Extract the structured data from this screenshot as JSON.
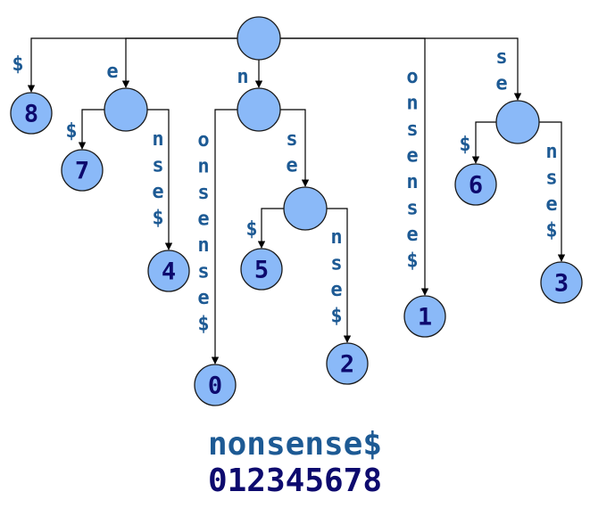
{
  "diagram": {
    "nodes": [
      {
        "id": "root",
        "label": ""
      },
      {
        "id": "e",
        "label": ""
      },
      {
        "id": "n",
        "label": ""
      },
      {
        "id": "se",
        "label": ""
      },
      {
        "id": "nse",
        "label": ""
      },
      {
        "id": "leaf8",
        "label": "8"
      },
      {
        "id": "leaf7",
        "label": "7"
      },
      {
        "id": "leaf4",
        "label": "4"
      },
      {
        "id": "leaf0",
        "label": "0"
      },
      {
        "id": "leaf5",
        "label": "5"
      },
      {
        "id": "leaf2",
        "label": "2"
      },
      {
        "id": "leaf1",
        "label": "1"
      },
      {
        "id": "leaf6",
        "label": "6"
      },
      {
        "id": "leaf3",
        "label": "3"
      }
    ],
    "edges": [
      {
        "from": "root",
        "to": "leaf8",
        "label": "$"
      },
      {
        "from": "root",
        "to": "e",
        "label": "e"
      },
      {
        "from": "root",
        "to": "n",
        "label": "n"
      },
      {
        "from": "root",
        "to": "leaf1",
        "label": "onsense$"
      },
      {
        "from": "root",
        "to": "se",
        "label": "se"
      },
      {
        "from": "e",
        "to": "leaf7",
        "label": "$"
      },
      {
        "from": "e",
        "to": "leaf4",
        "label": "nse$"
      },
      {
        "from": "n",
        "to": "leaf0",
        "label": "onsense$"
      },
      {
        "from": "n",
        "to": "nse",
        "label": "se"
      },
      {
        "from": "nse",
        "to": "leaf5",
        "label": "$"
      },
      {
        "from": "nse",
        "to": "leaf2",
        "label": "nse$"
      },
      {
        "from": "se",
        "to": "leaf6",
        "label": "$"
      },
      {
        "from": "se",
        "to": "leaf3",
        "label": "nse$"
      }
    ]
  },
  "caption": {
    "text": "nonsense$",
    "indices": "012345678"
  }
}
